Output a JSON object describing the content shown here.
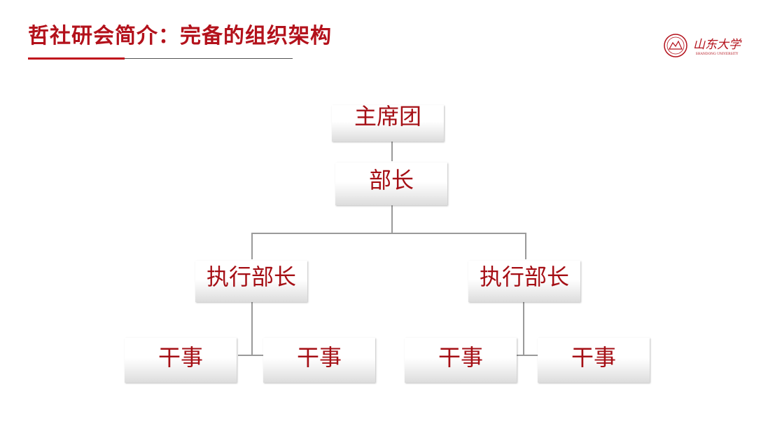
{
  "title": "哲社研会简介：完备的组织架构",
  "logo": {
    "text": "山东大学",
    "subtext": "SHANDONG UNIVERSITY",
    "color": "#b3111b"
  },
  "org_chart": {
    "root": "主席团",
    "level2": "部长",
    "level3": [
      "执行部长",
      "执行部长"
    ],
    "level4": [
      "干事",
      "干事",
      "干事",
      "干事"
    ]
  },
  "colors": {
    "accent": "#b3111b",
    "node_text": "#a50f15",
    "connector": "#9a9a9a"
  }
}
